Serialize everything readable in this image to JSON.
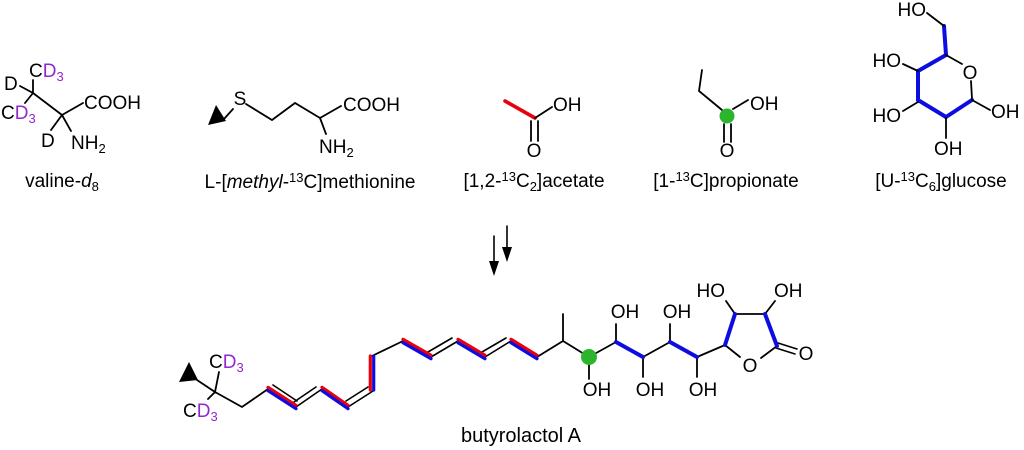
{
  "colors": {
    "purple": "#9327cf",
    "red": "#e8000d",
    "blue": "#0d0de0",
    "green": "#2cb42c",
    "black": "#000000"
  },
  "precursors": {
    "valine": {
      "caption": {
        "p1": "valine-",
        "it": "d",
        "sub": "8"
      },
      "cd3_top": {
        "c": "C",
        "d": "D",
        "sub": "3"
      },
      "d_left": "D",
      "cd3_left": {
        "c": "C",
        "d": "D",
        "sub": "3"
      },
      "d_alpha": "D",
      "cooh": "COOH",
      "nh": "NH",
      "nh_sub": "2"
    },
    "methionine": {
      "caption": {
        "p1": "L-[",
        "it": "methyl",
        "p2": "-",
        "sup": "13",
        "p3": "C]methionine"
      },
      "s": "S",
      "cooh": "COOH",
      "nh": "NH",
      "nh_sub": "2"
    },
    "acetate": {
      "caption": {
        "p1": "[1,2-",
        "sup": "13",
        "p2": "C",
        "sub": "2",
        "p3": "]acetate"
      },
      "oh": "OH",
      "o": "O"
    },
    "propionate": {
      "caption": {
        "p1": "[1-",
        "sup": "13",
        "p2": "C]propionate"
      },
      "oh": "OH",
      "o": "O"
    },
    "glucose": {
      "caption": {
        "p1": "[U-",
        "sup": "13",
        "p2": "C",
        "sub": "6",
        "p3": "]glucose"
      },
      "ho_top": "HO",
      "ho_left": "HO",
      "ho_bl": "HO",
      "oh_bottom": "OH",
      "oh_right": "OH",
      "o_ring": "O"
    }
  },
  "product": {
    "caption": "butyrolactol A",
    "cd3_top": {
      "c": "C",
      "d": "D",
      "sub": "3"
    },
    "cd3_bottom": {
      "c": "C",
      "d": "D",
      "sub": "3"
    },
    "oh_c15": "OH",
    "oh_c16": "OH",
    "oh_c17": "OH",
    "oh_c18": "OH",
    "oh_c19": "OH",
    "ho_ring": "HO",
    "oh_ring": "OH",
    "o_ring": "O",
    "o_carbonyl": "O"
  }
}
